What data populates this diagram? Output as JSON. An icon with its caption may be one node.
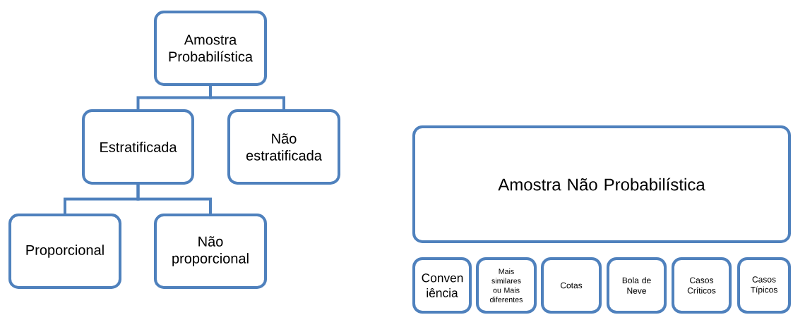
{
  "diagram": {
    "nodes": [
      {
        "text": [
          "Amostra Probabilística"
        ]
      },
      {
        "text": [
          "Estratificada"
        ]
      },
      {
        "text": [
          "Não estratificada"
        ]
      },
      {
        "text": [
          "Proporcional"
        ]
      },
      {
        "text": [
          "Não proporcional"
        ]
      },
      {
        "text": [
          "Amostra Não Probabilística"
        ]
      },
      {
        "text": [
          "Conven iência"
        ]
      },
      {
        "text": [
          "Mais similares ou Mais diferentes"
        ]
      },
      {
        "text": [
          "Cotas"
        ]
      },
      {
        "text": [
          "Bola de Neve"
        ]
      },
      {
        "text": [
          "Casos Críticos"
        ]
      },
      {
        "text": [
          "Casos Típicos"
        ]
      }
    ],
    "edges": [
      {
        "from": 0,
        "to": 1,
        "arrow": "none"
      },
      {
        "from": 0,
        "to": 2,
        "arrow": "none"
      },
      {
        "from": 1,
        "to": 3,
        "arrow": "none"
      },
      {
        "from": 1,
        "to": 4,
        "arrow": "none"
      }
    ]
  }
}
